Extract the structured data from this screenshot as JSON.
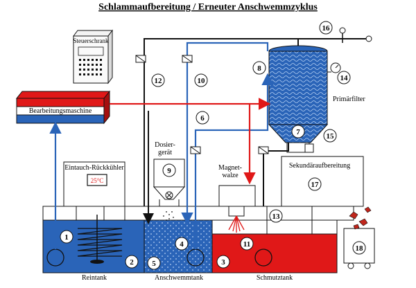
{
  "title": "Schlammaufbereitung / Erneuter Anschwemmzyklus",
  "labels": {
    "steuerschrank": "Steuerschrank",
    "bearbeitungsmaschine": "Bearbeitungsmaschine",
    "kuehler": "Eintauch-Rückkühler",
    "temperatur": "25°C",
    "dosier1": "Dosier-",
    "dosier2": "gerät",
    "magnet1": "Magnet-",
    "magnet2": "walze",
    "primaerfilter": "Primärfilter",
    "sekundaer": "Sekundäraufbereitung",
    "reintank": "Reintank",
    "anschwemmtank": "Anschwemmtank",
    "schmutztank": "Schmutztank"
  },
  "numbers": {
    "n1": "1",
    "n2": "2",
    "n3": "3",
    "n4": "4",
    "n5": "5",
    "n6": "6",
    "n7": "7",
    "n8": "8",
    "n9": "9",
    "n10": "10",
    "n11": "11",
    "n12": "12",
    "n13": "13",
    "n14": "14",
    "n15": "15",
    "n16": "16",
    "n17": "17",
    "n18": "18"
  },
  "colors": {
    "blue": "#2a64b8",
    "red": "#e01818",
    "pipe": "#111111"
  }
}
